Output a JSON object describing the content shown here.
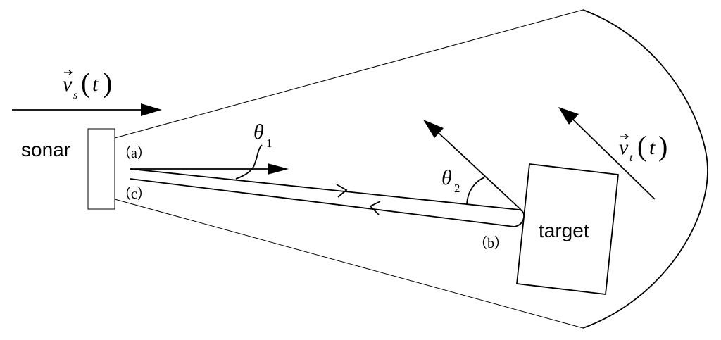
{
  "labels": {
    "sonar": "sonar",
    "target": "target",
    "point_a": "（a）",
    "point_b": "（b）",
    "point_c": "（c）"
  },
  "math": {
    "theta_symbol": "θ",
    "theta1_subscript": "1",
    "theta2_subscript": "2",
    "vector_v": "v",
    "vector_arrow": "⃗",
    "sonar_velocity_subscript": "s",
    "target_velocity_subscript": "t",
    "time_variable": "t",
    "paren_open": "(",
    "paren_close": ")"
  },
  "colors": {
    "line": "#000000",
    "background": "#ffffff"
  }
}
